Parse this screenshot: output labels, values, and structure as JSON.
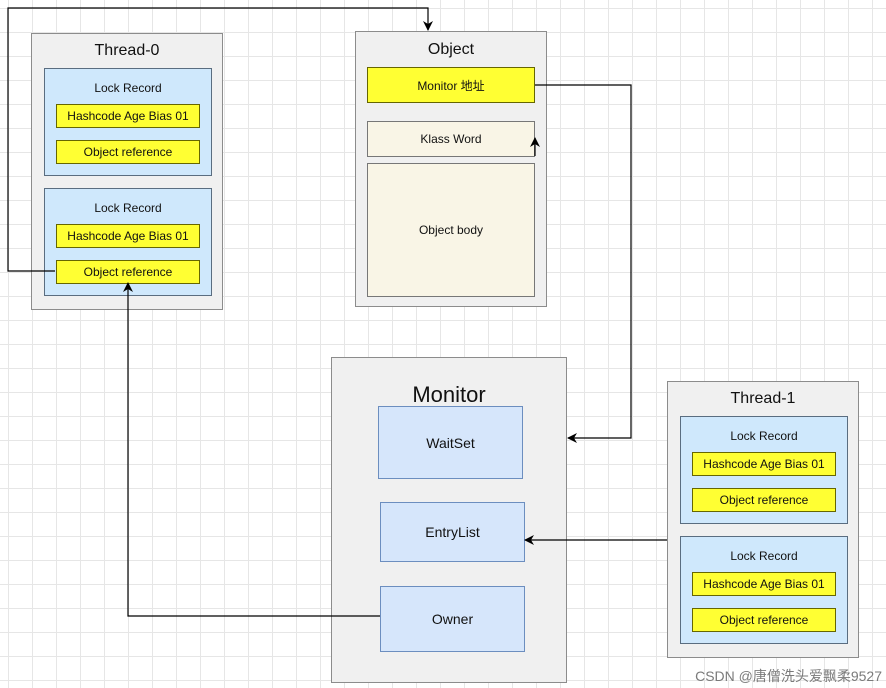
{
  "thread0": {
    "title": "Thread-0",
    "records": [
      {
        "title": "Lock Record",
        "header": "Hashcode Age Bias 01",
        "ref": "Object reference"
      },
      {
        "title": "Lock Record",
        "header": "Hashcode Age Bias 01",
        "ref": "Object reference"
      }
    ]
  },
  "object": {
    "title": "Object",
    "monitor_addr": "Monitor 地址",
    "klass_word": "Klass Word",
    "body": "Object body"
  },
  "monitor": {
    "title": "Monitor",
    "waitset": "WaitSet",
    "entrylist": "EntryList",
    "owner": "Owner"
  },
  "thread1": {
    "title": "Thread-1",
    "records": [
      {
        "title": "Lock Record",
        "header": "Hashcode Age Bias 01",
        "ref": "Object reference"
      },
      {
        "title": "Lock Record",
        "header": "Hashcode Age Bias 01",
        "ref": "Object reference"
      }
    ]
  },
  "watermark": "CSDN @唐僧洗头爱飘柔9527"
}
